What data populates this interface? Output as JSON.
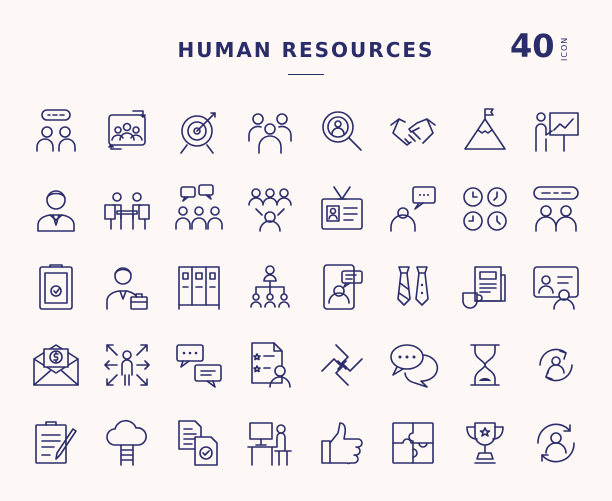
{
  "header": {
    "title": "HUMAN RESOURCES",
    "count": "40",
    "count_unit": "ICON"
  },
  "icons": [
    "team-discussion-icon",
    "team-presentation-icon",
    "target-icon",
    "group-icon",
    "candidate-search-icon",
    "handshake-icon",
    "mountain-goal-icon",
    "business-presentation-icon",
    "businessman-icon",
    "job-interview-icon",
    "team-chat-icon",
    "team-network-icon",
    "id-card-icon",
    "consultant-chat-icon",
    "world-clocks-icon",
    "conversation-icon",
    "clipboard-approved-icon",
    "employee-briefcase-icon",
    "file-cabinet-icon",
    "organization-chart-icon",
    "video-interview-icon",
    "neckties-icon",
    "newspaper-coffee-icon",
    "online-meeting-icon",
    "salary-envelope-icon",
    "career-options-icon",
    "chat-messages-icon",
    "resume-rating-icon",
    "teamwork-hands-icon",
    "speech-bubbles-icon",
    "hourglass-icon",
    "employee-cycle-icon",
    "contract-signing-icon",
    "cloud-ladder-icon",
    "document-approval-icon",
    "office-workplace-icon",
    "thumbs-up-icon",
    "puzzle-icon",
    "trophy-icon",
    "person-rotation-icon"
  ],
  "colors": {
    "ink": "#2b2d6b",
    "background": "#fdf8f6"
  }
}
